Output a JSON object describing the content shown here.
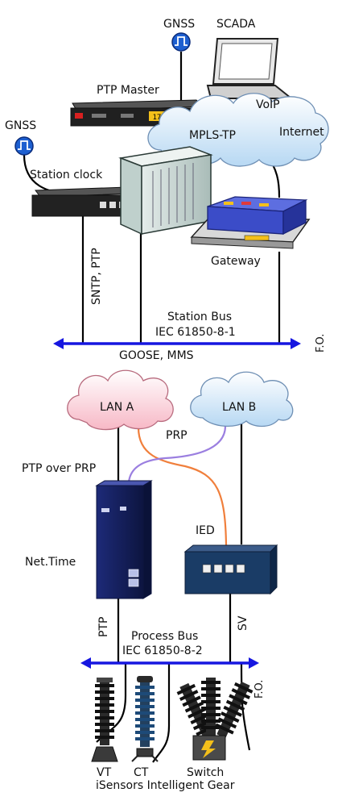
{
  "labels": {
    "gnss_top": "GNSS",
    "scada": "SCADA",
    "ptp_master": "PTP Master",
    "voip": "VoIP",
    "mpls_tp": "MPLS-TP",
    "internet": "Internet",
    "gnss_left": "GNSS",
    "station_clock": "Station clock",
    "gateway": "Gateway",
    "sntp_ptp": "SNTP, PTP",
    "station_bus": "Station Bus",
    "station_bus_std": "IEC 61850-8-1",
    "goose_mms": "GOOSE, MMS",
    "fo_top": "F.O.",
    "lan_a": "LAN A",
    "lan_b": "LAN B",
    "prp": "PRP",
    "ptp_over_prp": "PTP over PRP",
    "ied": "IED",
    "net_time": "Net.Time",
    "ptp_vertical": "PTP",
    "sv": "SV",
    "process_bus": "Process Bus",
    "process_bus_std": "IEC 61850-8-2",
    "fo_bottom": "F.O.",
    "vt": "VT",
    "ct": "CT",
    "switch": "Switch",
    "isensors": "iSensors Intelligent Gear",
    "master_display": "17:23"
  },
  "colors": {
    "bus_line": "#1616e0",
    "cloud_pink": "#fbd3dd",
    "cloud_blue": "#cfe6f8",
    "orange_link": "#f07f3c",
    "purple_link": "#9b7fe0",
    "device_navy": "#16245e",
    "gateway_blue": "#3b4cc8"
  }
}
